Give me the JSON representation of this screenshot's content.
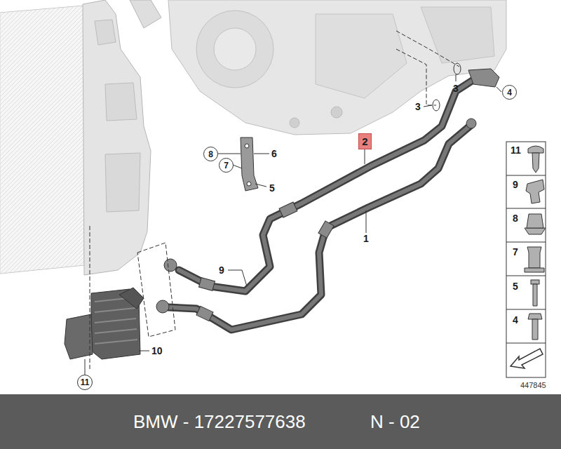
{
  "diagram": {
    "nodes": [
      {
        "text": [
          "4"
        ]
      },
      {
        "text": [
          "2"
        ]
      },
      {
        "text": [
          "8"
        ]
      },
      {
        "text": [
          "7"
        ]
      },
      {
        "text": [
          "11"
        ]
      },
      {
        "text": [
          "BMW - 17227577638",
          "N - 02"
        ]
      }
    ],
    "labels": [
      "3",
      "3",
      "6",
      "5",
      "1",
      "9",
      "10",
      "11",
      "9",
      "8",
      "7",
      "5",
      "4",
      "447845"
    ]
  }
}
